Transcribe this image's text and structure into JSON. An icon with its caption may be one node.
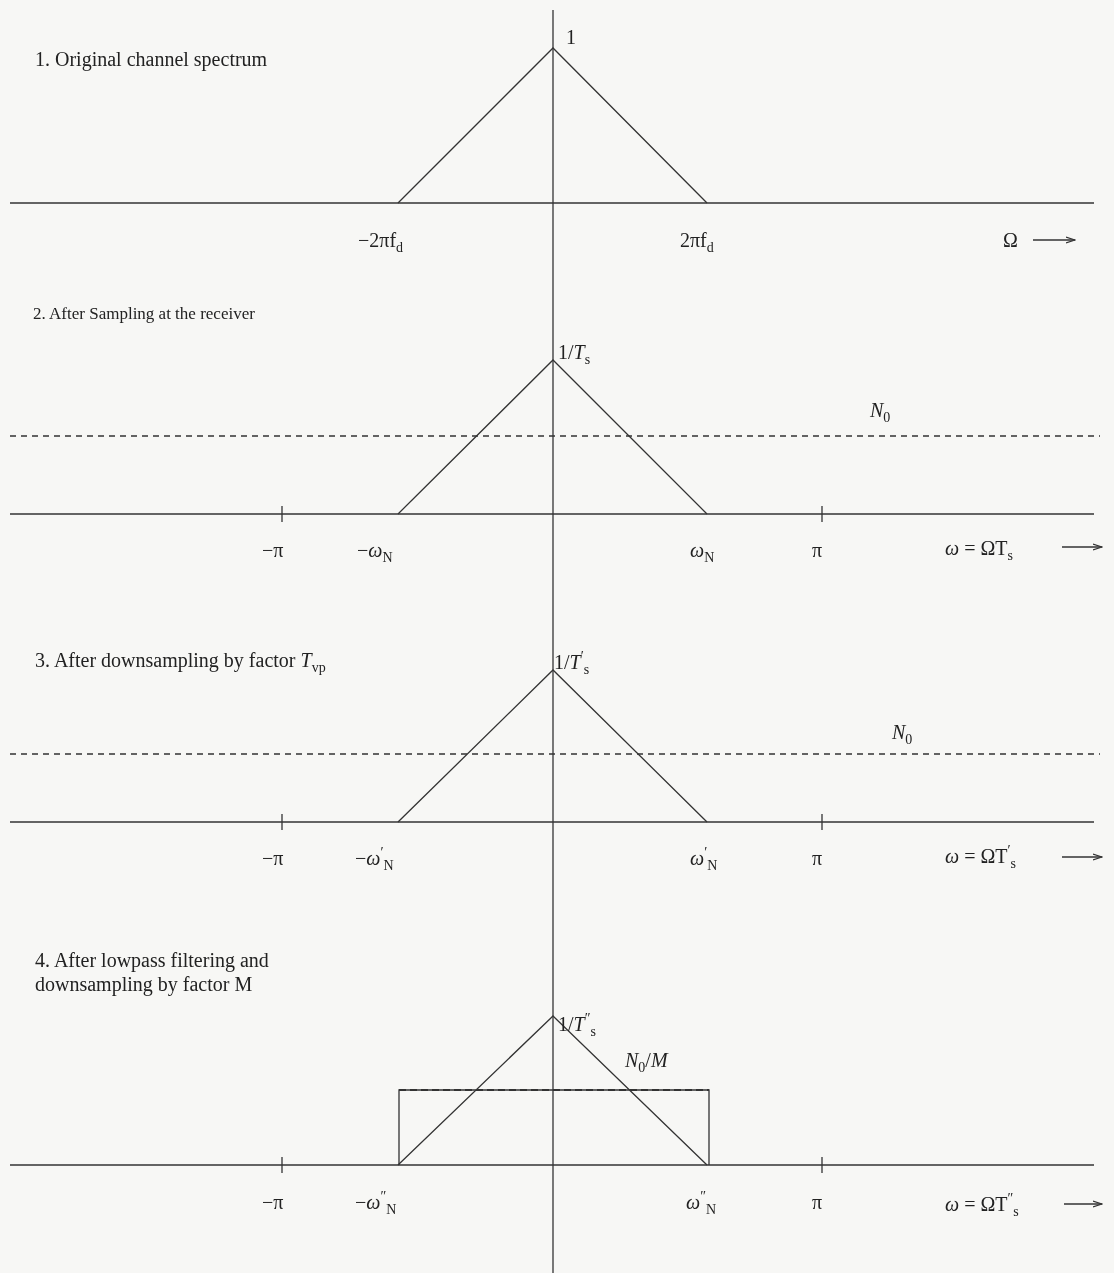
{
  "diagram": {
    "labels": [
      "1. Original channel spectrum",
      "1",
      "−2πf$_{d}$",
      "2πf$_{d}$",
      "Ω",
      "2. After Sampling at the receiver",
      "1/*T*$_{s}$",
      "*N*$_{0}$",
      "−π",
      "−*ω*$_{N}$",
      "*ω*$_{N}$",
      "π",
      "*ω* = ΩT$_{s}$",
      "3. After downsampling by factor *T*$_{vp}$",
      "1/*T*$^{′}$$_{s}$",
      "*N*$_{0}$",
      "−π",
      "−*ω*$^{′}$$_{N}$",
      "*ω*$^{′}$$_{N}$",
      "π",
      "*ω* = ΩT$^{′}$$_{s}$",
      "4. After lowpass filtering and downsampling by factor M",
      "1/*T*$^{″}$$_{s}$",
      "*N*$_{0}$/*M*",
      "−π",
      "−*ω*$^{″}$$_{N}$",
      "*ω*$^{″}$$_{N}$",
      "π",
      "*ω* = ΩT$^{″}$$_{s}$"
    ]
  }
}
